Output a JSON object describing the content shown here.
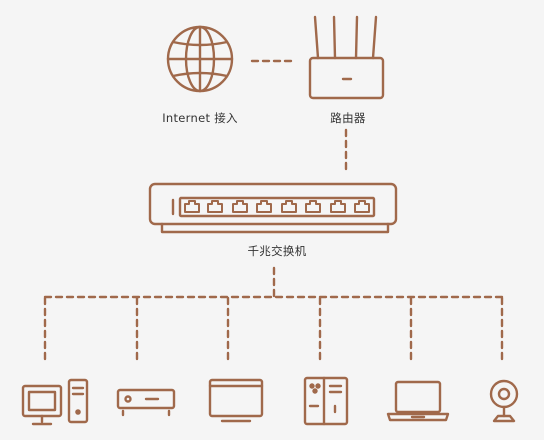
{
  "labels": {
    "internet": "Internet 接入",
    "router": "路由器",
    "switch": "千兆交换机"
  },
  "colors": {
    "line": "#a0694b",
    "text": "#333333",
    "background": "#f5f5f5"
  },
  "icons": {
    "internet": "globe-icon",
    "router": "router-icon",
    "switch": "switch-icon",
    "devices": [
      "desktop-pc-icon",
      "set-top-box-icon",
      "monitor-icon",
      "nas-server-icon",
      "laptop-icon",
      "webcam-icon"
    ]
  }
}
